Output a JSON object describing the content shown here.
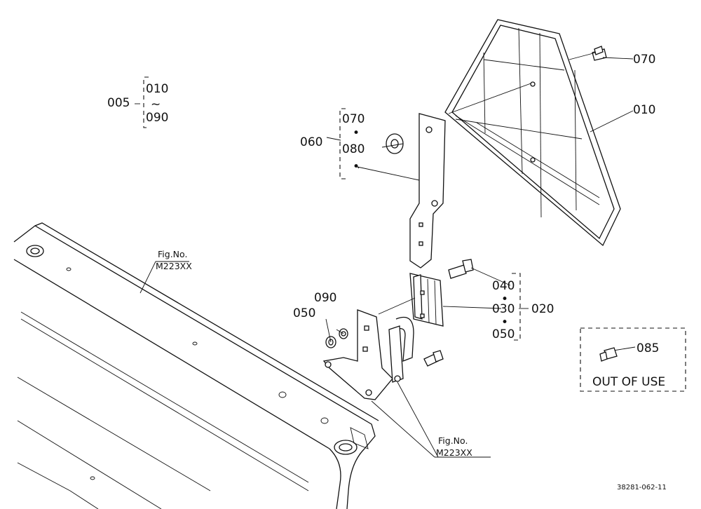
{
  "callouts": {
    "c005": "005",
    "c010_range_top": "010",
    "c010_range_tilde": "~",
    "c090_range_bottom": "090",
    "c060": "060",
    "c070_top": "070",
    "c080": "080",
    "c070": "070",
    "c010": "010",
    "c040": "040",
    "c030": "030",
    "c020": "020",
    "c050_right": "050",
    "c090": "090",
    "c050_left": "050",
    "c085": "085",
    "dot": "•"
  },
  "fig_ref_1": {
    "line1": "Fig.No.",
    "line2": "M223XX"
  },
  "fig_ref_2": {
    "line1": "Fig.No.",
    "line2": "M223XX"
  },
  "out_of_use": "OUT OF USE",
  "drawing_id": "38281-062-11"
}
